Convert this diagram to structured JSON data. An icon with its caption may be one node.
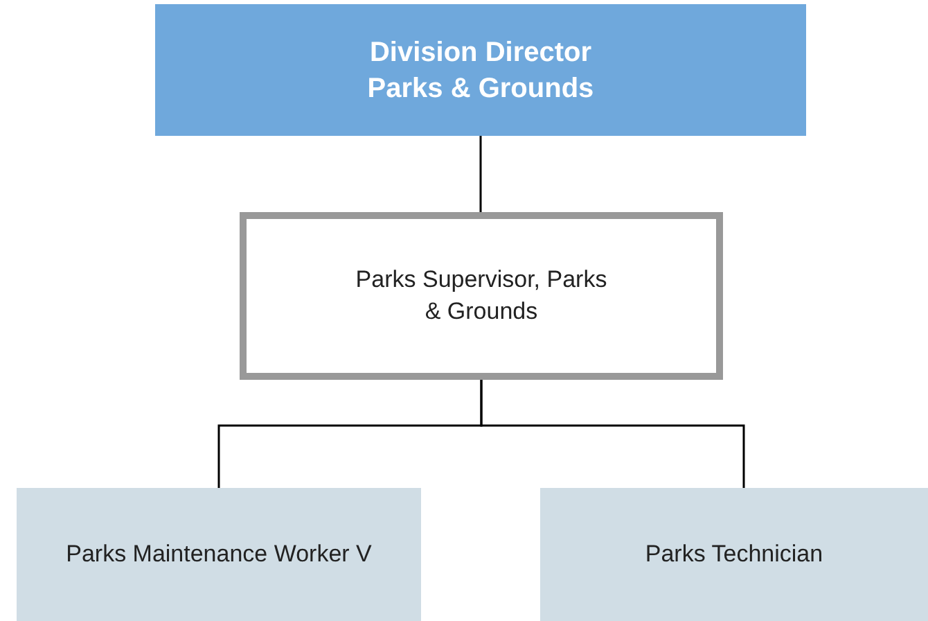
{
  "diagram": {
    "nodes": [
      {
        "text": [
          "Division Director Parks & Grounds"
        ]
      },
      {
        "text": [
          "Parks Supervisor, Parks & Grounds"
        ]
      },
      {
        "text": [
          "Parks Maintenance Worker V"
        ]
      },
      {
        "text": [
          "Parks Technician"
        ]
      }
    ],
    "edges": [
      {
        "from": 0,
        "to": 1,
        "arrow": "none"
      },
      {
        "from": 1,
        "to": 2,
        "arrow": "none"
      },
      {
        "from": 1,
        "to": 3,
        "arrow": "none"
      }
    ]
  }
}
